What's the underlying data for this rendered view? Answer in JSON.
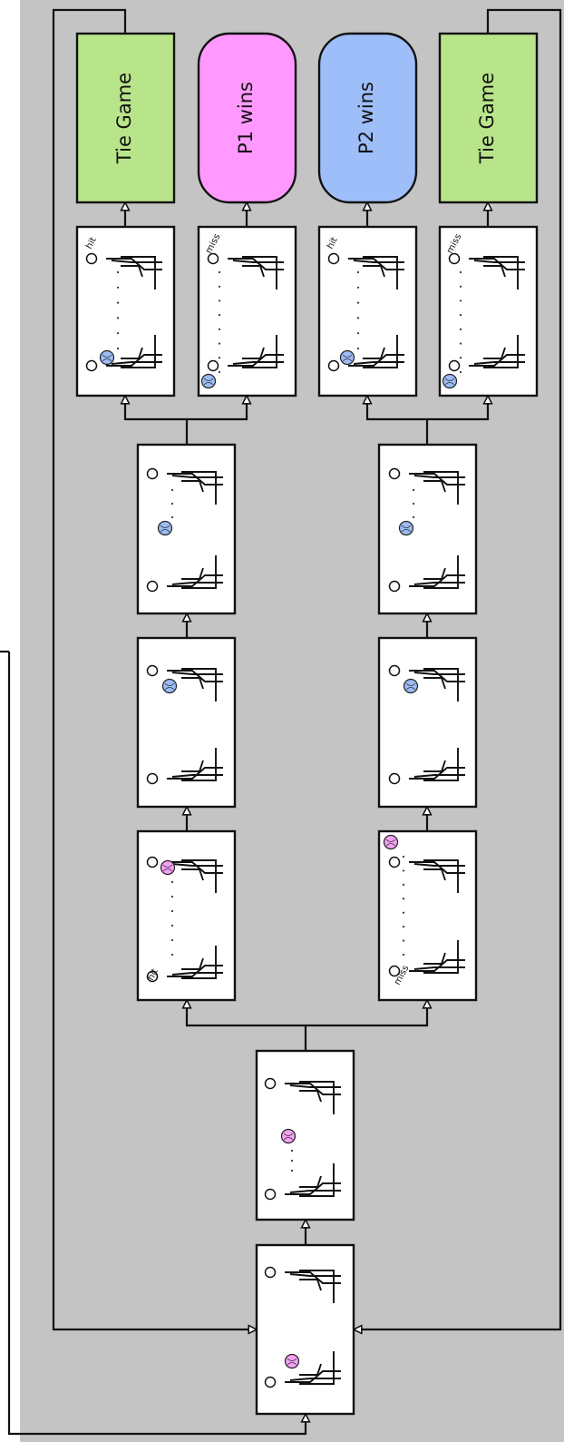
{
  "colors": {
    "panel": "#c4c4c4",
    "p1_ball": "#f7a0f7",
    "p2_ball": "#9bbcf5",
    "tie": "#b8e48a",
    "p1_wins": "#ff99ff",
    "p2_wins": "#9ebef9"
  },
  "outcomes": [
    {
      "label": "Tie Game",
      "kind": "tie"
    },
    {
      "label": "P1 wins",
      "kind": "p1"
    },
    {
      "label": "P2 wins",
      "kind": "p2"
    },
    {
      "label": "Tie Game",
      "kind": "tie"
    }
  ],
  "shot_labels": {
    "p1_hit": "hit",
    "p1_miss": "miss",
    "outcome_1": "hit",
    "outcome_2": "miss",
    "outcome_3": "hit",
    "outcome_4": "miss"
  }
}
